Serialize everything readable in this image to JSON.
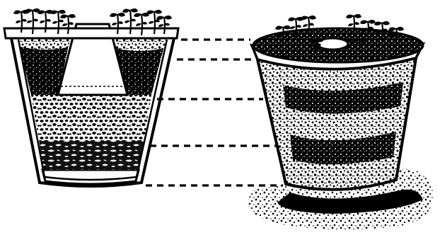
{
  "figure": {
    "kind": "cutaway illustration of a potted plant",
    "left_view": "pot-cross-section",
    "right_view": "pot-exterior",
    "layers": [
      {
        "id": "seedlings",
        "icon": "seedling-icon"
      },
      {
        "id": "potting-soil"
      },
      {
        "id": "inverted-center-pot"
      },
      {
        "id": "gravel-layer"
      },
      {
        "id": "drainage-shards"
      },
      {
        "id": "water-reservoir"
      }
    ],
    "leader_count": 5,
    "colors": {
      "ink": "#000000",
      "paper": "#ffffff"
    }
  }
}
